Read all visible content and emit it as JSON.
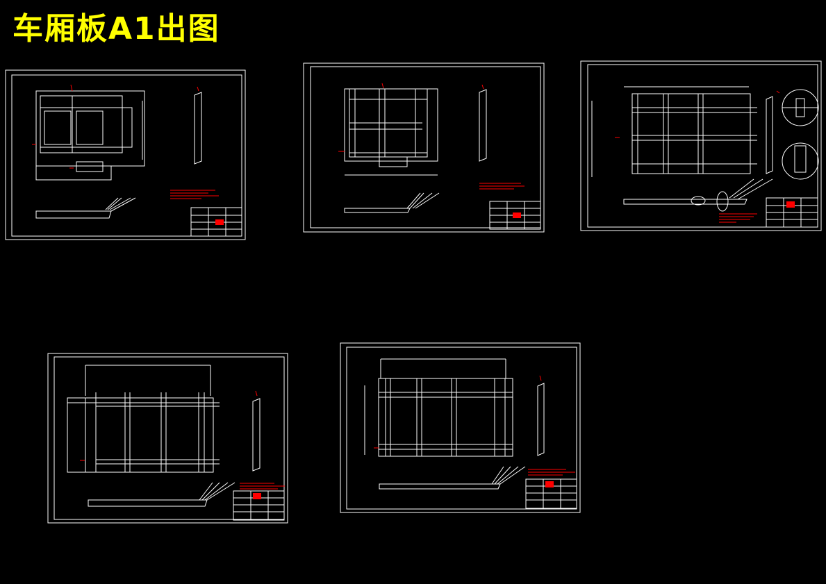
{
  "page_title": "车厢板A1出图",
  "colors": {
    "background": "#000000",
    "title": "#ffff00",
    "line": "#ffffff",
    "annotation": "#ff0000"
  },
  "sheets": [
    {
      "name": "sheet-1",
      "content": "frame-panel-with-windows"
    },
    {
      "name": "sheet-2",
      "content": "frame-grid-2x2"
    },
    {
      "name": "sheet-3",
      "content": "long-frame-with-detail-circles"
    },
    {
      "name": "sheet-4",
      "content": "long-frame-3-bays"
    },
    {
      "name": "sheet-5",
      "content": "long-frame-3-bays-b"
    }
  ]
}
